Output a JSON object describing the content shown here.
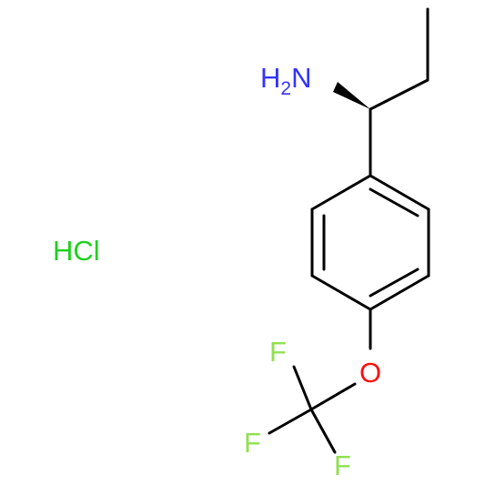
{
  "molecule": {
    "labels": {
      "amine": {
        "main": "H",
        "sub": "2",
        "tail": "N"
      },
      "salt": "HCl",
      "oxygen": "O",
      "fluorine_1": "F",
      "fluorine_2": "F",
      "fluorine_3": "F"
    },
    "colors": {
      "bond": "#000000",
      "nitrogen": "#3333ff",
      "oxygen": "#ff0d0d",
      "fluorine": "#90e050",
      "chlorine_salt": "#1fd01f"
    }
  }
}
